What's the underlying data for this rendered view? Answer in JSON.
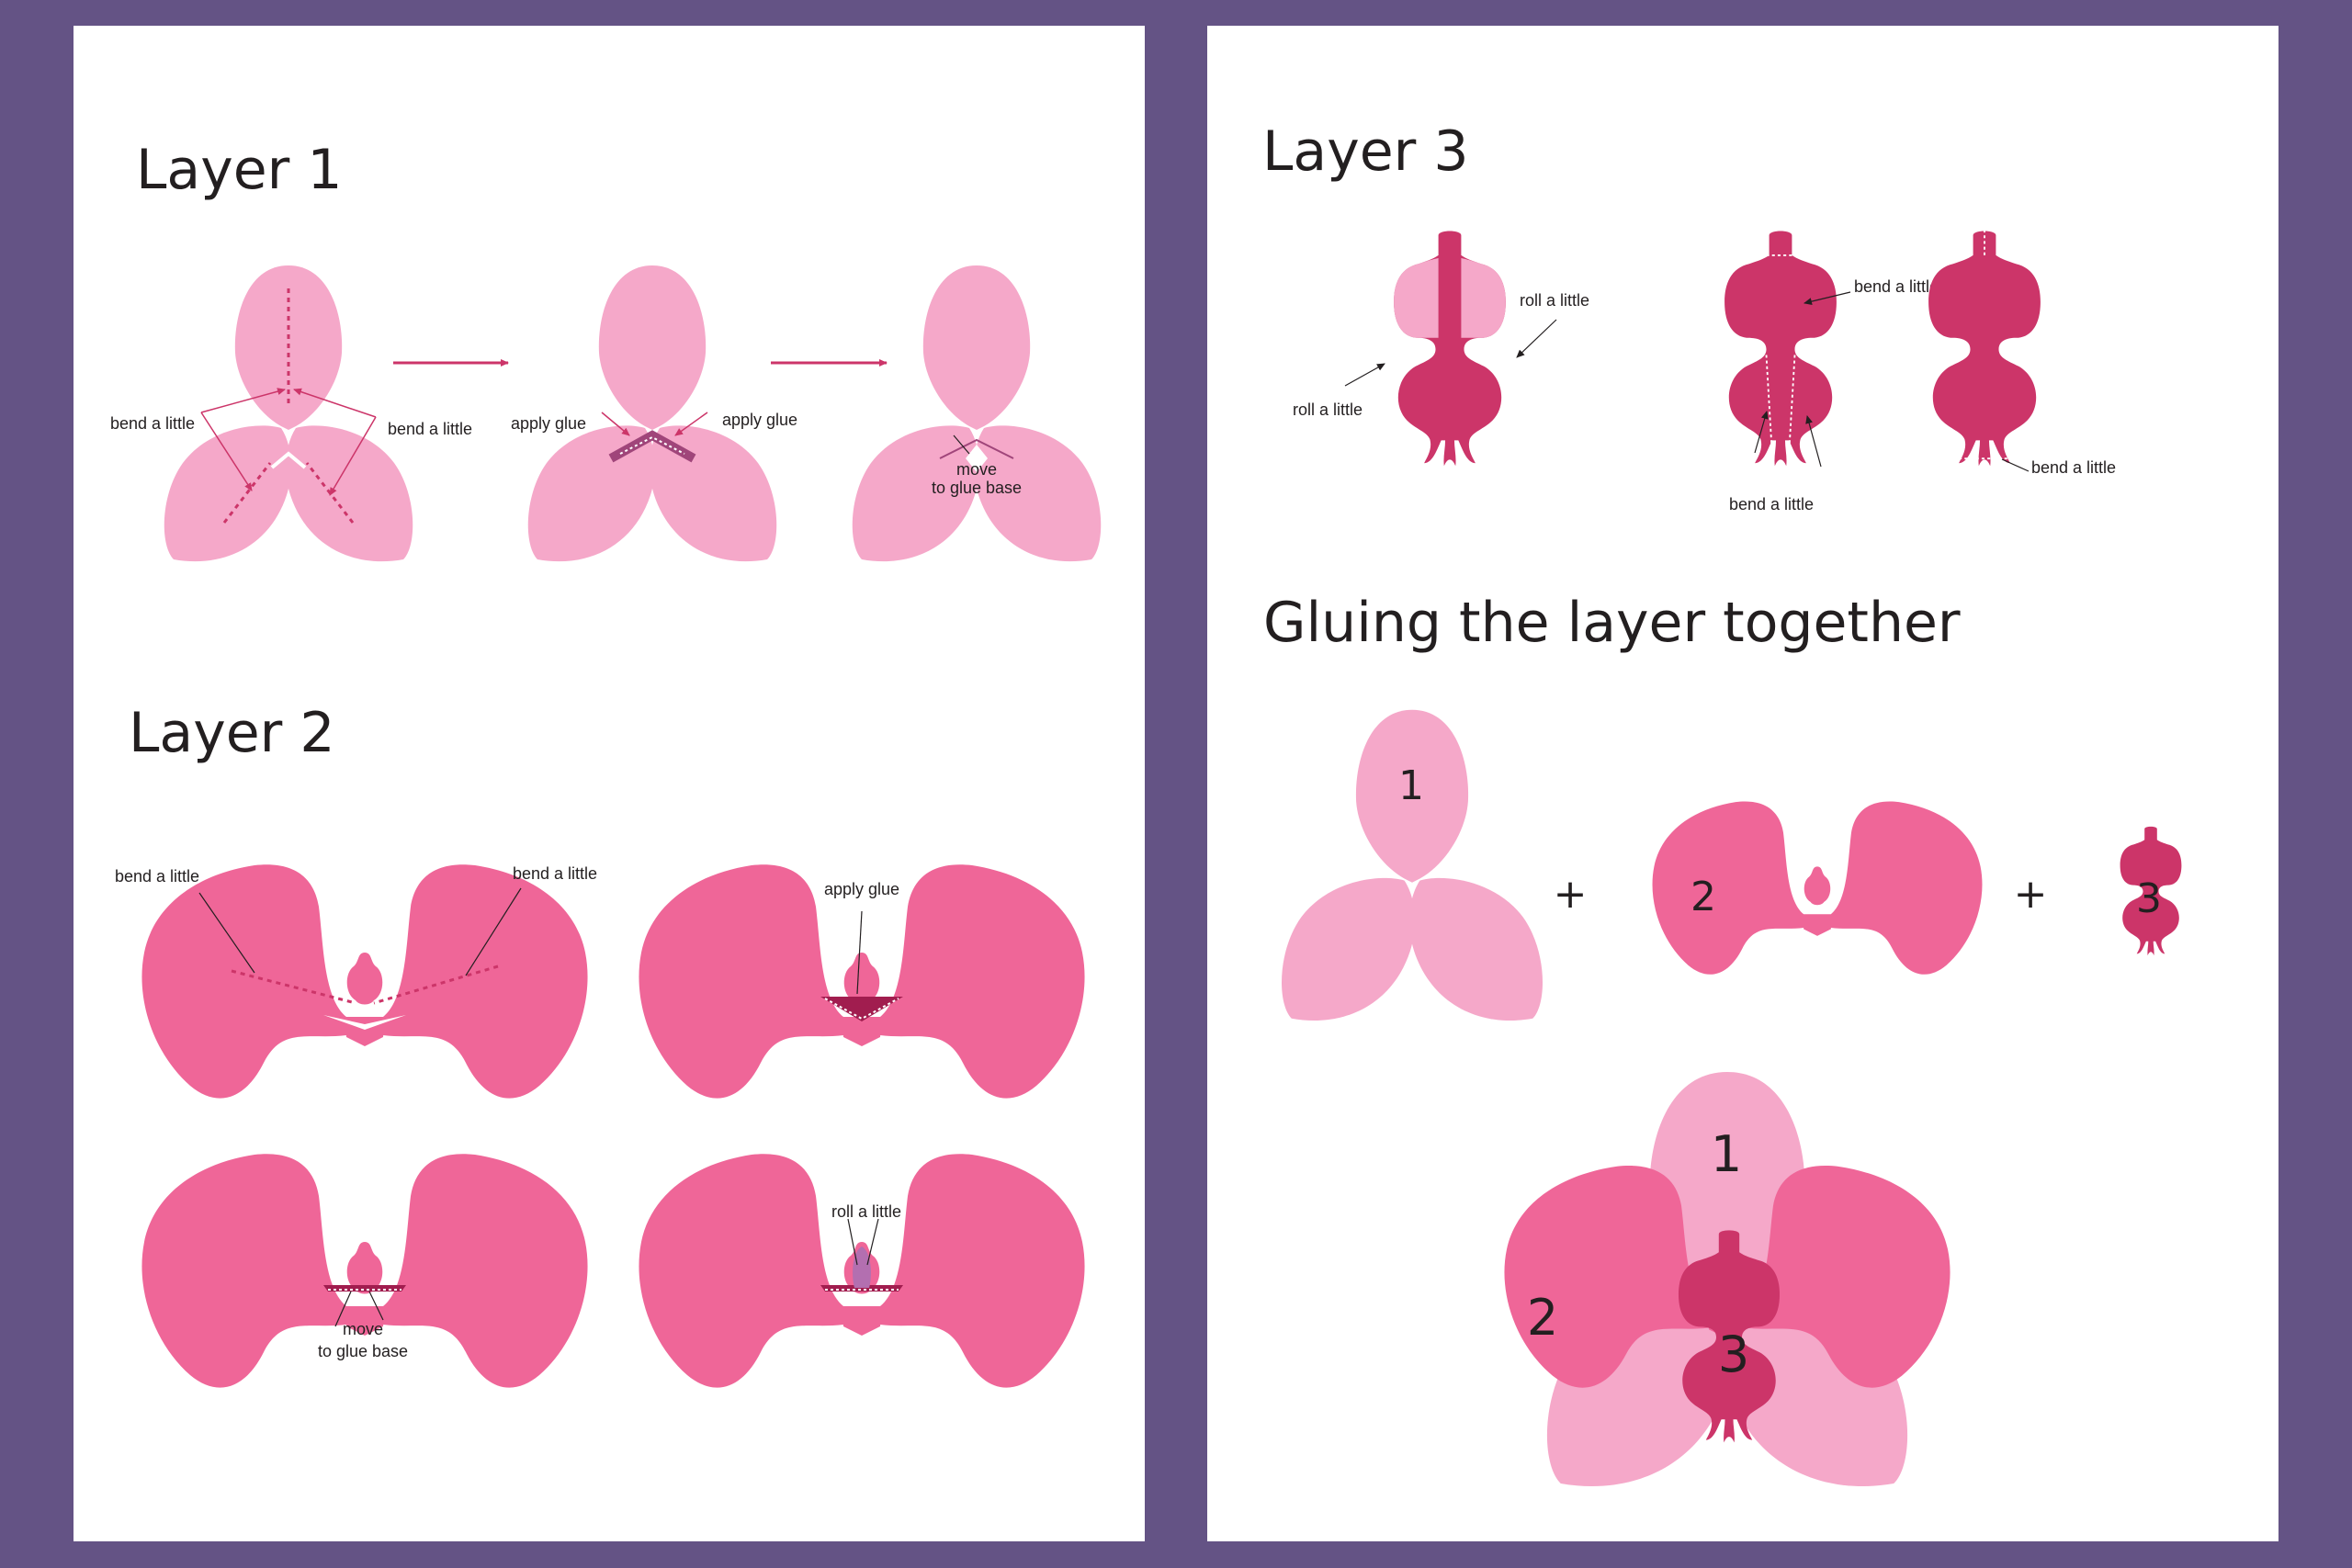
{
  "colors": {
    "background": "#645385",
    "panel": "#ffffff",
    "layer1_pink": "#f5a8c9",
    "layer2_pink": "#ef6698",
    "layer3_magenta": "#cc3569",
    "text": "#231f20"
  },
  "left_panel": {
    "layer1": {
      "title": "Layer 1",
      "step1": {
        "label_left": "bend a little",
        "label_right": "bend a little"
      },
      "step2": {
        "label_left": "apply glue",
        "label_right": "apply glue"
      },
      "step3": {
        "label_line1": "move",
        "label_line2": "to glue base"
      }
    },
    "layer2": {
      "title": "Layer 2",
      "step1": {
        "label_left": "bend a little",
        "label_right": "bend a little"
      },
      "step2": {
        "label": "apply glue"
      },
      "step3": {
        "label_line1": "move",
        "label_line2": "to glue base"
      },
      "step4": {
        "label": "roll a little"
      }
    }
  },
  "right_panel": {
    "layer3": {
      "title": "Layer 3",
      "step1": {
        "label_top": "roll a little",
        "label_bottom": "roll a little"
      },
      "step2": {
        "label_top": "bend a little",
        "label_bottom": "bend a little"
      },
      "step3": {
        "label": "bend a little"
      }
    },
    "gluing": {
      "title": "Gluing the layer together",
      "part1": "1",
      "part2": "2",
      "part3": "3",
      "plus1": "+",
      "plus2": "+",
      "final": {
        "n1": "1",
        "n2": "2",
        "n3": "3"
      }
    }
  }
}
